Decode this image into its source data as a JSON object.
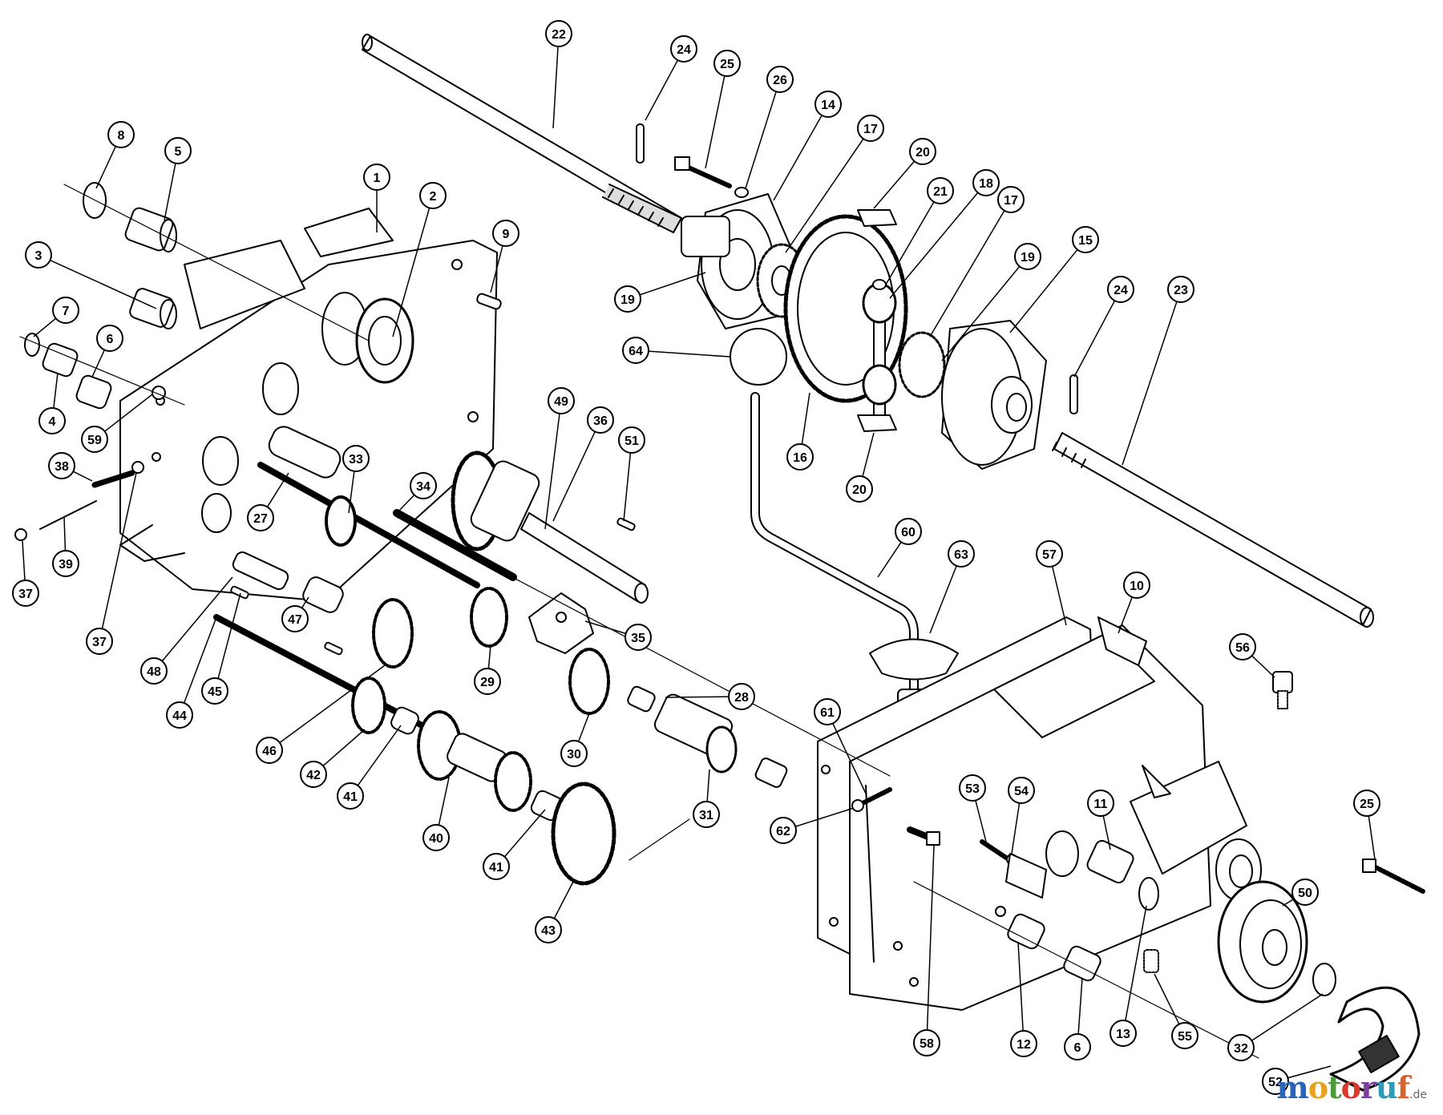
{
  "diagram": {
    "callouts": [
      {
        "id": "1",
        "label": "1"
      },
      {
        "id": "2",
        "label": "2"
      },
      {
        "id": "3",
        "label": "3"
      },
      {
        "id": "4",
        "label": "4"
      },
      {
        "id": "5",
        "label": "5"
      },
      {
        "id": "6a",
        "label": "6"
      },
      {
        "id": "7",
        "label": "7"
      },
      {
        "id": "8",
        "label": "8"
      },
      {
        "id": "9",
        "label": "9"
      },
      {
        "id": "10",
        "label": "10"
      },
      {
        "id": "11",
        "label": "11"
      },
      {
        "id": "12",
        "label": "12"
      },
      {
        "id": "13",
        "label": "13"
      },
      {
        "id": "14",
        "label": "14"
      },
      {
        "id": "15",
        "label": "15"
      },
      {
        "id": "16",
        "label": "16"
      },
      {
        "id": "17a",
        "label": "17"
      },
      {
        "id": "17b",
        "label": "17"
      },
      {
        "id": "18",
        "label": "18"
      },
      {
        "id": "19a",
        "label": "19"
      },
      {
        "id": "19b",
        "label": "19"
      },
      {
        "id": "20a",
        "label": "20"
      },
      {
        "id": "20b",
        "label": "20"
      },
      {
        "id": "21",
        "label": "21"
      },
      {
        "id": "22",
        "label": "22"
      },
      {
        "id": "23",
        "label": "23"
      },
      {
        "id": "24a",
        "label": "24"
      },
      {
        "id": "24b",
        "label": "24"
      },
      {
        "id": "25a",
        "label": "25"
      },
      {
        "id": "25b",
        "label": "25"
      },
      {
        "id": "26",
        "label": "26"
      },
      {
        "id": "27",
        "label": "27"
      },
      {
        "id": "28",
        "label": "28"
      },
      {
        "id": "29",
        "label": "29"
      },
      {
        "id": "30",
        "label": "30"
      },
      {
        "id": "31",
        "label": "31"
      },
      {
        "id": "32",
        "label": "32"
      },
      {
        "id": "33",
        "label": "33"
      },
      {
        "id": "34",
        "label": "34"
      },
      {
        "id": "35",
        "label": "35"
      },
      {
        "id": "36",
        "label": "36"
      },
      {
        "id": "37a",
        "label": "37"
      },
      {
        "id": "37b",
        "label": "37"
      },
      {
        "id": "38",
        "label": "38"
      },
      {
        "id": "39",
        "label": "39"
      },
      {
        "id": "40",
        "label": "40"
      },
      {
        "id": "41a",
        "label": "41"
      },
      {
        "id": "41b",
        "label": "41"
      },
      {
        "id": "42",
        "label": "42"
      },
      {
        "id": "43",
        "label": "43"
      },
      {
        "id": "44",
        "label": "44"
      },
      {
        "id": "45",
        "label": "45"
      },
      {
        "id": "46",
        "label": "46"
      },
      {
        "id": "47",
        "label": "47"
      },
      {
        "id": "48",
        "label": "48"
      },
      {
        "id": "49",
        "label": "49"
      },
      {
        "id": "50",
        "label": "50"
      },
      {
        "id": "51",
        "label": "51"
      },
      {
        "id": "52",
        "label": "52"
      },
      {
        "id": "53",
        "label": "53"
      },
      {
        "id": "54",
        "label": "54"
      },
      {
        "id": "55",
        "label": "55"
      },
      {
        "id": "56",
        "label": "56"
      },
      {
        "id": "57",
        "label": "57"
      },
      {
        "id": "58",
        "label": "58"
      },
      {
        "id": "59",
        "label": "59"
      },
      {
        "id": "60",
        "label": "60"
      },
      {
        "id": "61",
        "label": "61"
      },
      {
        "id": "62",
        "label": "62"
      },
      {
        "id": "63",
        "label": "63"
      },
      {
        "id": "64",
        "label": "64"
      },
      {
        "id": "6b",
        "label": "6"
      }
    ]
  },
  "watermark": {
    "letters": [
      "m",
      "o",
      "t",
      "o",
      "r",
      "u",
      "f"
    ],
    "suffix": ".de",
    "colors": [
      "#2b63b8",
      "#e8a21f",
      "#4a9b3a",
      "#d93a2b",
      "#7b3fa0",
      "#2b9bb8",
      "#d9642b"
    ]
  },
  "colors": {
    "line": "#000000",
    "background": "#ffffff"
  }
}
